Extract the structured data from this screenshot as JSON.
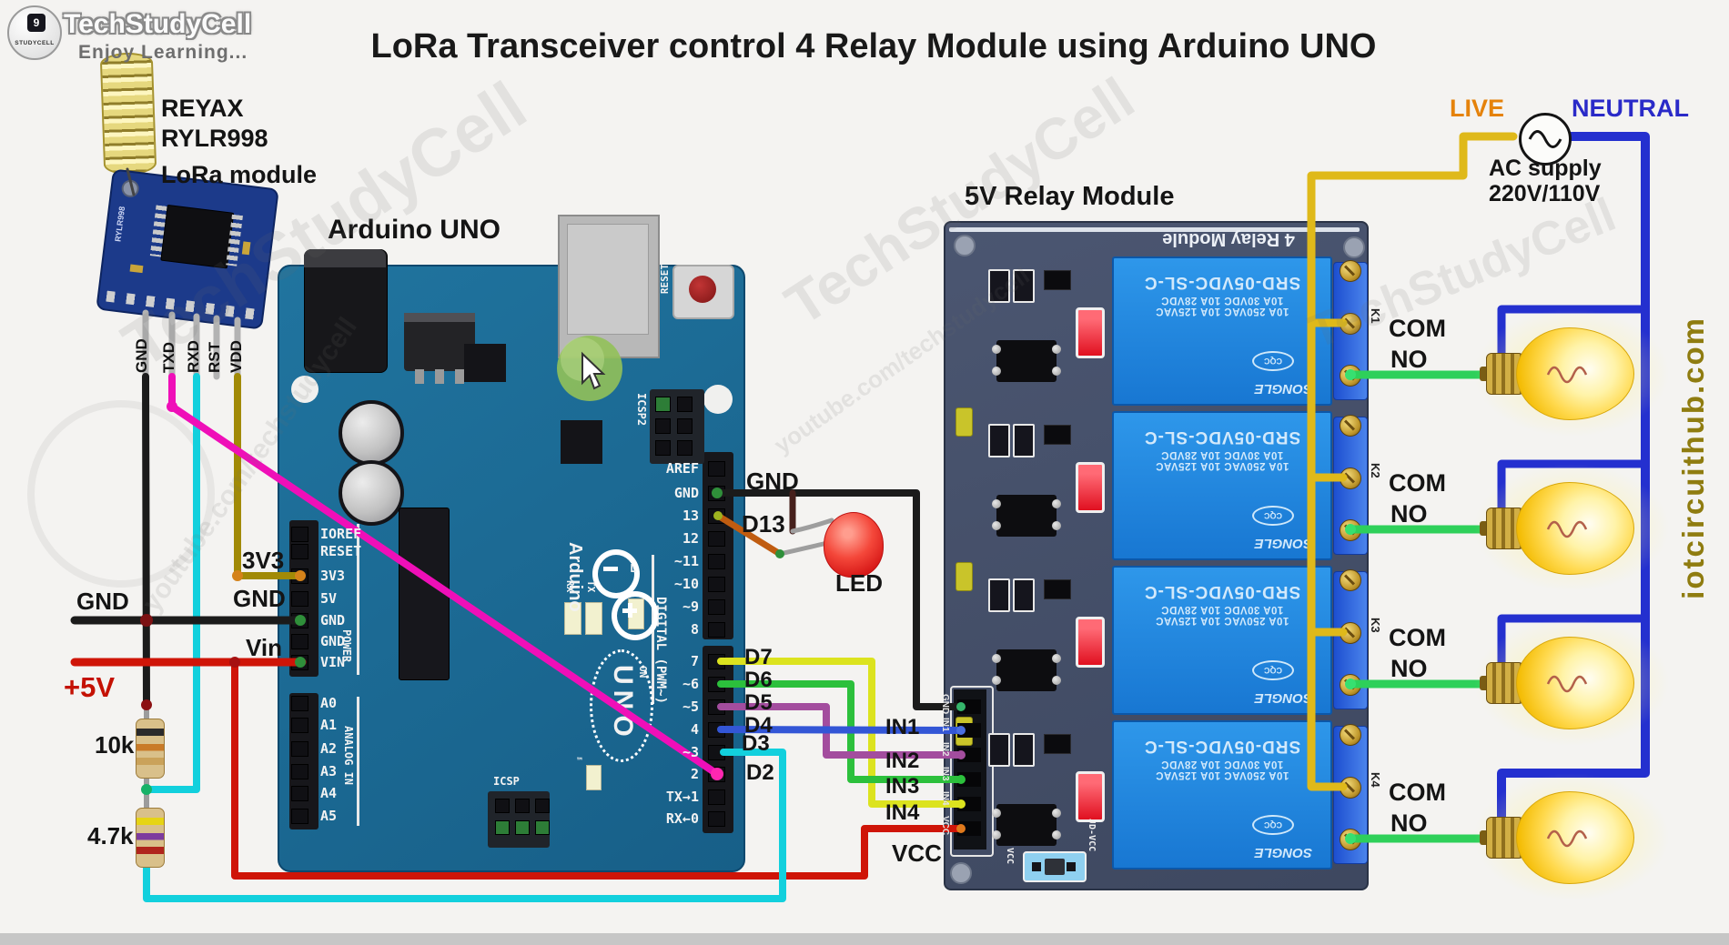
{
  "branding": {
    "name": "TechStudyCell",
    "tagline": "Enjoy Learning...",
    "badge": "STUDYCELL",
    "watermarks": [
      "TechStudyCell",
      "youtube.com/techstudycell"
    ],
    "site_vertical": "iotcircuithub.com"
  },
  "title": "LoRa Transceiver control 4 Relay Module using Arduino UNO",
  "lora": {
    "lines": [
      "REYAX",
      "RYLR998",
      "LoRa module"
    ],
    "pins": [
      "GND",
      "TXD",
      "RXD",
      "RST",
      "VDD"
    ],
    "silk": "RYLR998"
  },
  "arduino": {
    "heading": "Arduino UNO",
    "logo_text": "Arduino",
    "logo_tm": "™",
    "logo_uno": "UNO",
    "digital_group": "DIGITAL (PWM~)",
    "digital_pins": [
      "AREF",
      "GND",
      "13",
      "12",
      "~11",
      "~10",
      "~9",
      "8",
      "7",
      "~6",
      "~5",
      "4",
      "~3",
      "2",
      "TX→1",
      "RX←0"
    ],
    "power_group": "POWER",
    "power_pins": [
      "IOREF",
      "RESET",
      "3V3",
      "5V",
      "GND",
      "GND",
      "VIN"
    ],
    "analog_group": "ANALOG IN",
    "analog_pins": [
      "A0",
      "A1",
      "A2",
      "A3",
      "A4",
      "A5"
    ],
    "icsp2": "ICSP2",
    "icsp": "ICSP",
    "reset": "RESET",
    "on": "ON",
    "tx": "TX",
    "rx": "RX",
    "led": "L"
  },
  "power_labels": {
    "gnd_left": "GND",
    "gnd_mid": "GND",
    "vin": "Vin",
    "v5": "+5V",
    "v3": "3V3",
    "r1": "10k",
    "r2": "4.7k"
  },
  "wire_labels": {
    "gnd_top": "GND",
    "d13": "D13",
    "led": "LED",
    "d7": "D7",
    "d6": "D6",
    "d5": "D5",
    "d4": "D4",
    "d3": "D3",
    "d2": "D2"
  },
  "relay": {
    "heading": "5V Relay Module",
    "board_title": "4 Relay Module",
    "model": "SRD-05VDC-SL-C",
    "spec_line1": "10A 250VAC 10A 125VAC",
    "spec_line2": "10A 30VDC 10A 28VDC",
    "brand": "SONGLE",
    "cert": "CQC",
    "channels": [
      "K1",
      "K2",
      "K3",
      "K4"
    ],
    "terminal_labels": {
      "com": "COM",
      "no": "NO"
    },
    "header_pins": [
      "GND",
      "IN1",
      "IN2",
      "IN3",
      "IN4",
      "VCC"
    ],
    "jumper_left": "VCC",
    "jumper_right": "JD-VCC"
  },
  "ac": {
    "live": "LIVE",
    "neutral": "NEUTRAL",
    "supply1": "AC supply",
    "supply2": "220V/110V"
  }
}
